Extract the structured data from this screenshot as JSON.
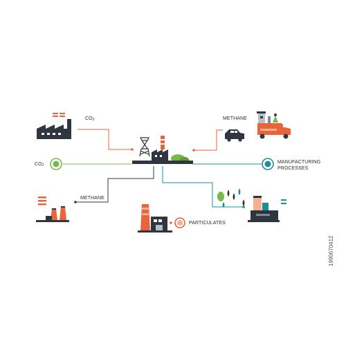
{
  "colors": {
    "orange": "#e8643a",
    "green": "#79b94b",
    "teal": "#1e8b9c",
    "dark": "#2f3640",
    "line": "#7f8c8d",
    "peach": "#f4b08f"
  },
  "labels": {
    "co2_top": "CO",
    "co2_top_sub": "2",
    "co2_left": "CO",
    "co2_left_sub": "2",
    "methane_right": "METHANE",
    "methane_left": "METHANE",
    "manufacturing_line1": "MANUFACTURING",
    "manufacturing_line2": "PROCESSES",
    "particulates": "PARTICULATES"
  },
  "watermark": "1990670412"
}
